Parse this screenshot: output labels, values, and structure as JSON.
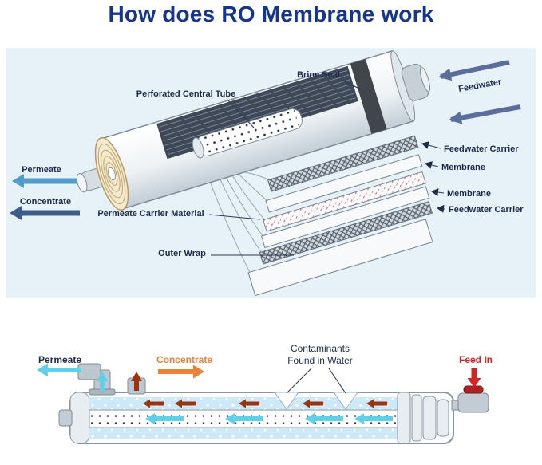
{
  "title": "How does RO Membrane work",
  "colors": {
    "title": "#16358e",
    "panel_bg": "#e7f1f8",
    "label_text": "#1c2b4a",
    "feedwater_arrow": "#5b6d9b",
    "permeate_upper_arrow": "#4e9fcb",
    "concentrate_upper_arrow": "#3d5d88",
    "permeate_lower": "#5fd0e8",
    "concentrate_lower": "#e8823c",
    "feed_in": "#d42525",
    "flow_dark_red": "#9a3410"
  },
  "upper_diagram": {
    "labels": {
      "brine_seal": "Brine Seal",
      "feedwater": "Feedwater",
      "perforated_central_tube": "Perforated Central Tube",
      "feedwater_carrier_top": "Feedwater Carrier",
      "membrane_top": "Membrane",
      "membrane_bottom": "Membrane",
      "feedwater_carrier_bottom": "Feedwater Carrier",
      "permeate_carrier_material": "Permeate Carrier Material",
      "outer_wrap": "Outer Wrap",
      "permeate": "Permeate",
      "concentrate": "Concentrate"
    }
  },
  "lower_diagram": {
    "labels": {
      "permeate": "Permeate",
      "concentrate": "Concentrate",
      "contaminants_line1": "Contaminants",
      "contaminants_line2": "Found in Water",
      "feed_in": "Feed In"
    }
  }
}
